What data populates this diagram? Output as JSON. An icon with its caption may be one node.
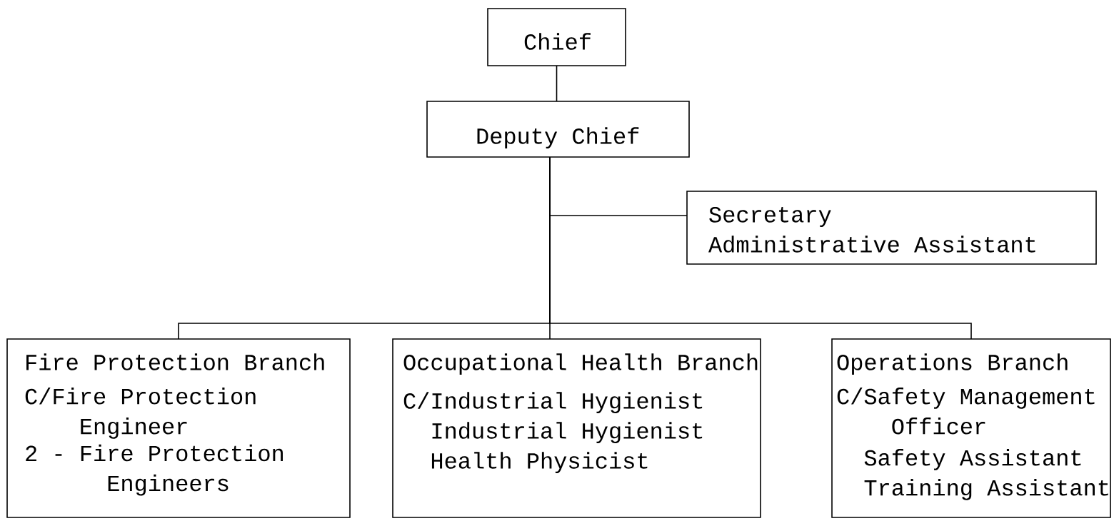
{
  "diagram": {
    "nodes": [
      {
        "text": [
          "Chief"
        ]
      },
      {
        "text": [
          "Deputy Chief"
        ]
      },
      {
        "text": [
          "Secretary",
          "Administrative Assistant"
        ]
      },
      {
        "text": [
          "Fire Protection Branch",
          "C/Fire Protection Engineer",
          "2 - Fire Protection Engineers"
        ]
      },
      {
        "text": [
          "Occupational Health Branch",
          "C/Industrial Hygienist",
          "Industrial Hygienist",
          "Health Physicist"
        ]
      },
      {
        "text": [
          "Operations Branch",
          "C/Safety Management Officer",
          "Safety Assistant",
          "Training Assistant"
        ]
      }
    ],
    "edges": [
      {
        "from": 0,
        "to": 1,
        "arrow": "none"
      },
      {
        "from": 1,
        "to": 2,
        "arrow": "none"
      },
      {
        "from": 1,
        "to": 3,
        "arrow": "none"
      },
      {
        "from": 1,
        "to": 4,
        "arrow": "none"
      },
      {
        "from": 1,
        "to": 5,
        "arrow": "none"
      }
    ]
  }
}
